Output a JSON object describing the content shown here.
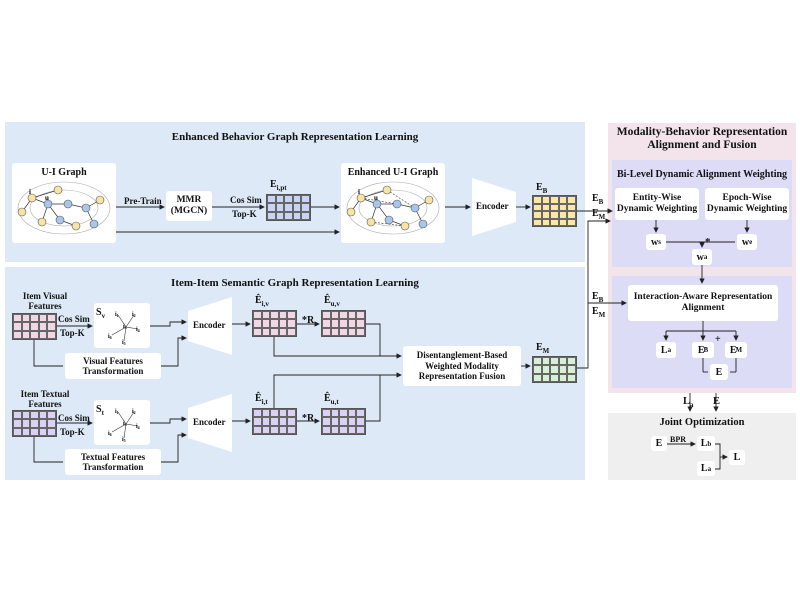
{
  "panels": {
    "behavior_title": "Enhanced Behavior Graph Representation Learning",
    "semantic_title": "Item-Item Semantic Graph Representation Learning",
    "alignment_title": "Modality-Behavior Representation Alignment and Fusion",
    "bilevel_title": "Bi-Level Dynamic Alignment Weighting",
    "joint_title": "Joint Optimization"
  },
  "behavior": {
    "ui_graph": "U-I Graph",
    "pretrain": "Pre-Train",
    "mmr": "MMR",
    "mgcn": "(MGCN)",
    "cos_sim": "Cos Sim",
    "topk": "Top-K",
    "e_ipt": "E",
    "e_ipt_sub": "i,pt",
    "enhanced_graph": "Enhanced U-I Graph",
    "encoder": "Encoder",
    "e_b": "E",
    "e_b_sub": "B",
    "node_u": "u",
    "node_i": "i"
  },
  "semantic": {
    "item_visual": "Item Visual Features",
    "item_textual": "Item Textual Features",
    "cos_sim": "Cos Sim",
    "topk": "Top-K",
    "s_v": "S",
    "s_v_sub": "v",
    "s_t": "S",
    "s_t_sub": "t",
    "visual_transform": "Visual Features Transformation",
    "textual_transform": "Textual Features Transformation",
    "encoder": "Encoder",
    "e_iv": "Ê",
    "e_iv_sub": "i,v",
    "e_uv": "Ê",
    "e_uv_sub": "u,v",
    "e_it": "Ê",
    "e_it_sub": "i,t",
    "e_ut": "Ê",
    "e_ut_sub": "u,t",
    "mult_r": "*R",
    "fusion": "Disentanglement-Based Weighted Modality Representation Fusion",
    "e_m": "E",
    "e_m_sub": "M",
    "nodes": [
      "i1",
      "i2",
      "i3",
      "i4",
      "i5",
      "i6"
    ]
  },
  "alignment": {
    "eb_label": "E",
    "eb_sub": "B",
    "em_label": "E",
    "em_sub": "M",
    "entity_wise": "Entity-Wise Dynamic Weighting",
    "epoch_wise": "Epoch-Wise Dynamic Weighting",
    "ws": "w",
    "ws_sub": "s",
    "we": "w",
    "we_sub": "e",
    "wa": "w",
    "wa_sub": "a",
    "star": "*",
    "interaction_aware": "Interaction-Aware Representation Alignment",
    "la": "L",
    "la_sub": "a",
    "eb_prime": "E",
    "eb_prime_sub": "B",
    "em_prime": "E",
    "em_prime_sub": "M",
    "prime": "′",
    "plus": "+",
    "e_out": "E"
  },
  "joint": {
    "la": "L",
    "la_sub": "a",
    "e": "E",
    "bpr": "BPR",
    "lb": "L",
    "lb_sub": "b",
    "l": "L"
  },
  "colors": {
    "panel_blue": "#dde9f6",
    "panel_pink": "#f2e4ea",
    "inner_lilac": "#dcdcf6",
    "panel_gray": "#efefef",
    "grid_blue": "#c9d3f3",
    "grid_yellow": "#fbe6a6",
    "grid_pink": "#f1d6e3",
    "grid_purple": "#d9d2f5",
    "grid_green": "#d6efd5",
    "node_blue": "#a9c6ea",
    "node_yellow": "#f7e3a6"
  }
}
